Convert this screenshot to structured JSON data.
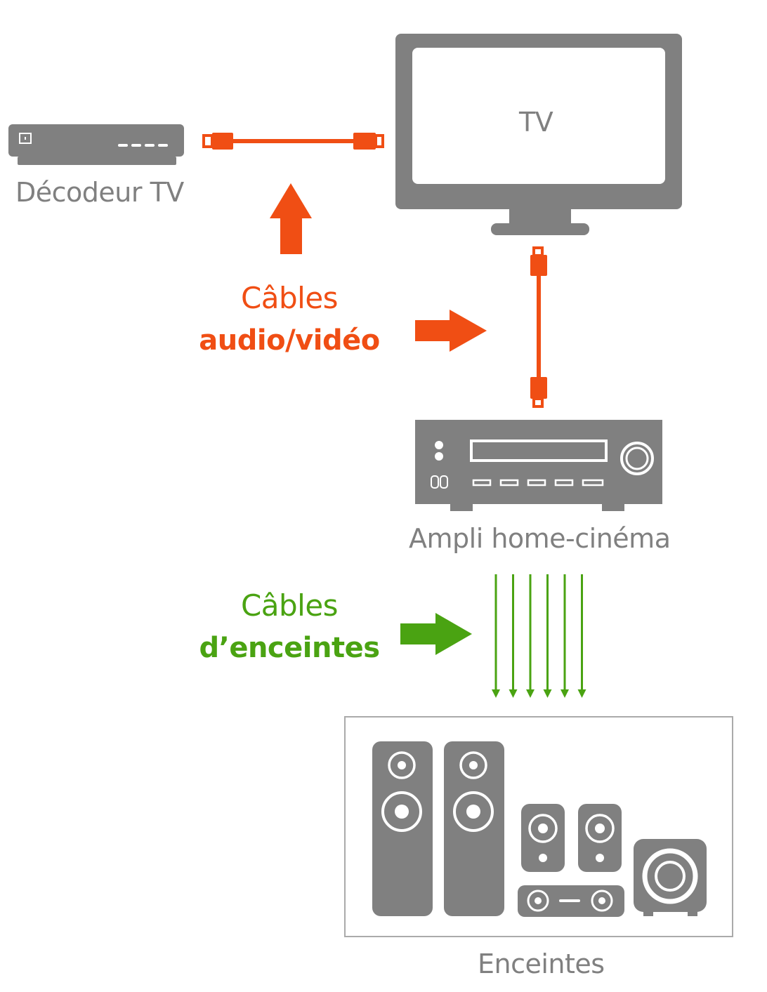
{
  "colors": {
    "device_gray": "#808080",
    "label_gray": "#808080",
    "av_cable_orange": "#f04e14",
    "speaker_cable_green": "#4aa312",
    "box_border": "#aaaaaa",
    "background": "#ffffff"
  },
  "devices": {
    "decoder": {
      "label": "Décodeur TV",
      "icon": "set-top-box-icon"
    },
    "tv": {
      "label": "TV",
      "icon": "tv-icon"
    },
    "amplifier": {
      "label": "Ampli home-cinéma",
      "icon": "av-receiver-icon"
    },
    "speakers": {
      "label": "Enceintes",
      "icon": "speaker-set-icon"
    }
  },
  "captions": {
    "av_cables": {
      "line1": "Câbles",
      "line2": "audio/vidéo"
    },
    "speaker_cables": {
      "line1": "Câbles",
      "line2": "d’enceintes"
    }
  },
  "speaker_wire_count": 6
}
